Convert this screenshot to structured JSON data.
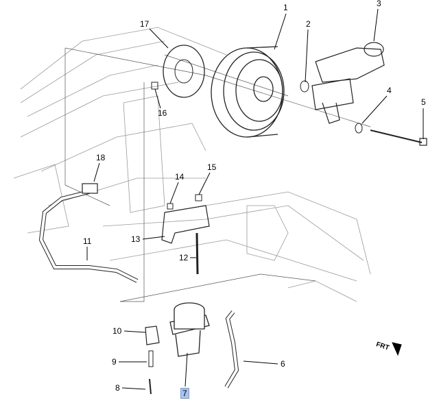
{
  "diagram": {
    "callouts": [
      {
        "id": "1",
        "label": "1"
      },
      {
        "id": "2",
        "label": "2"
      },
      {
        "id": "3",
        "label": "3"
      },
      {
        "id": "4",
        "label": "4"
      },
      {
        "id": "5",
        "label": "5"
      },
      {
        "id": "6",
        "label": "6"
      },
      {
        "id": "7",
        "label": "7",
        "highlighted": true
      },
      {
        "id": "8",
        "label": "8"
      },
      {
        "id": "9",
        "label": "9"
      },
      {
        "id": "10",
        "label": "10"
      },
      {
        "id": "11",
        "label": "11"
      },
      {
        "id": "12",
        "label": "12"
      },
      {
        "id": "13",
        "label": "13"
      },
      {
        "id": "14",
        "label": "14"
      },
      {
        "id": "15",
        "label": "15"
      },
      {
        "id": "16",
        "label": "16"
      },
      {
        "id": "17",
        "label": "17"
      },
      {
        "id": "18",
        "label": "18"
      }
    ],
    "front_indicator": "FRT",
    "highlight_color": "#a9c4ec"
  }
}
